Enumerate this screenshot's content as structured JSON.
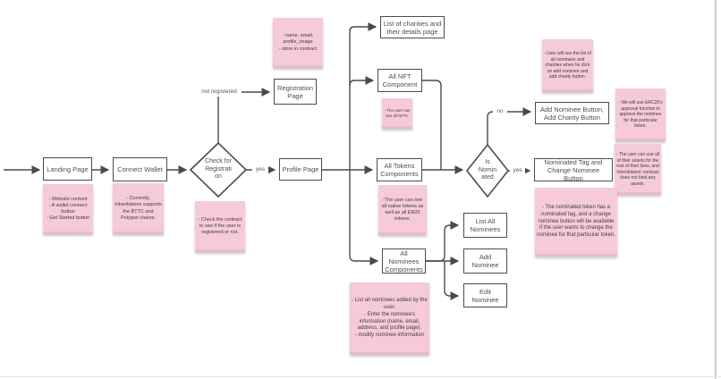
{
  "app": {
    "type": "whiteboard-flowchart",
    "title": "Inheritokens user flow diagram"
  },
  "colors": {
    "background": "#ffffff",
    "line": "#4a4a4a",
    "box_border": "#4c4c4c",
    "box_fill": "#ffffff",
    "box_text": "#4f4f4f",
    "sticky_fill": "#f7cad9",
    "sticky_text": "#3e3e3e",
    "edge_label_text": "#5a5a5a"
  },
  "nodes": {
    "landing": {
      "label": "Landing Page"
    },
    "wallet": {
      "label": "Connect Wallet"
    },
    "check_registration": {
      "label": "Check for\nRegistrati\non"
    },
    "registration": {
      "label": "Registration Page"
    },
    "profile": {
      "label": "Profile Page"
    },
    "charities": {
      "label": "List of charities and their details page"
    },
    "nft": {
      "label": "All NFT Component"
    },
    "tokens": {
      "label": "All Tokens Components"
    },
    "nominees": {
      "label": "All Nominees Components"
    },
    "is_nominated": {
      "label": "Is\nNomin\nated"
    },
    "list_all_nominees": {
      "label": "List All Nominees"
    },
    "add_nominee": {
      "label": "Add Nominee"
    },
    "edit_nominee": {
      "label": "Edit Nominee"
    },
    "add_nominee_charity_btn": {
      "label": "Add Nominee Button, Add Charity Button"
    },
    "nominated_tag": {
      "label": "Nominated Tag and Change Nominee Button"
    }
  },
  "edge_labels": {
    "not_registered": "not registered",
    "yes_registration": "yes",
    "no_nominated": "no",
    "yes_nominated": "yes"
  },
  "notes": {
    "landing": "- Website content\n- A wallet connect button\n- Get Started button",
    "wallet": "- Currently, Inheritokens supports the BTTC and Polygon chains.",
    "check": "- Check the contract to see if the user is registered or not.",
    "registration": "- name, email, profile_image\n- store in contract",
    "nft": "- The user can see all NFTs.",
    "tokens": "-The user can see all native tokens as well as all ER20 tokens.",
    "nominees": "- List all nominees added by the user.\n- Enter the nominee's information (name, email, address, and profile page).\n- modify nominee information",
    "user_will_see": "- User will see the list of all nominees and charities when he click on add nominee and add charity button.",
    "erc20": "- We will use ERC20's approval function to approve the nominee for that particular token.",
    "assets": "- The user can use all of their assets for the rest of their lives, and Inheritokens' contract does not bind any assets.",
    "nominated": "- The nominated token has a nominated tag, and a change nominee button will be available if the user wants to change the nominee for that particular token."
  }
}
